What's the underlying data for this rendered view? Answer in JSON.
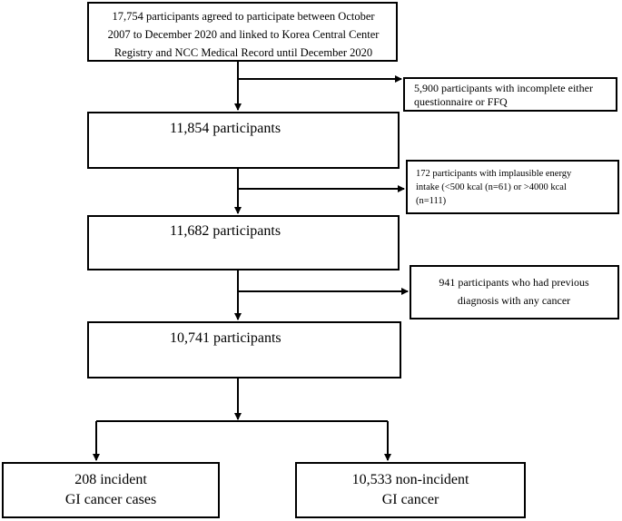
{
  "flowchart": {
    "top_box": {
      "lines": [
        "17,754 participants agreed to participate between October",
        "2007 to December 2020  and linked to Korea Central Center",
        "Registry and NCC Medical Record until December 2020"
      ]
    },
    "exclusion_1": {
      "lines": [
        "5,900 participants with incomplete either",
        "questionnaire or FFQ"
      ]
    },
    "step_1": {
      "label": "11,854 participants"
    },
    "exclusion_2": {
      "lines": [
        "172 participants with implausible energy",
        "intake (<500 kcal (n=61) or >4000 kcal",
        "(n=111)"
      ]
    },
    "step_2": {
      "label": "11,682 participants"
    },
    "exclusion_3": {
      "lines": [
        "941 participants who had previous",
        "diagnosis with any cancer"
      ]
    },
    "step_3": {
      "label": "10,741 participants"
    },
    "outcome_left": {
      "lines": [
        "208 incident",
        "GI cancer cases"
      ]
    },
    "outcome_right": {
      "lines": [
        "10,533 non-incident",
        "GI cancer"
      ]
    }
  }
}
